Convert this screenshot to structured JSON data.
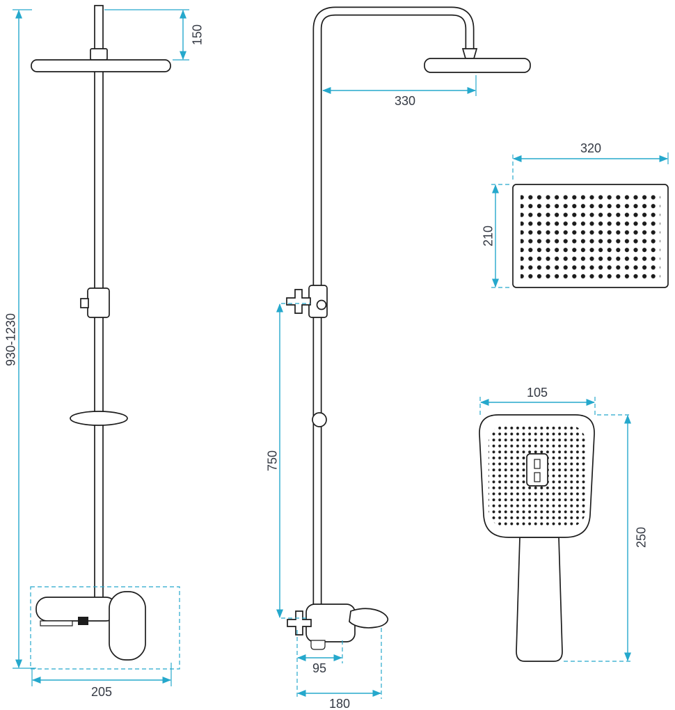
{
  "colors": {
    "dimension_line": "#25a8cc",
    "drawing_line": "#1c1c1c",
    "label_text": "#343943",
    "background": "#ffffff"
  },
  "views": {
    "side_view": {
      "title": "shower-column-side-view",
      "dims": {
        "head_offset": "150",
        "total_height": "930-1230",
        "base_width": "205"
      }
    },
    "front_view": {
      "title": "shower-column-front-view",
      "dims": {
        "head_reach": "330",
        "rail_length": "750",
        "valve_width": "95",
        "base_width": "180"
      }
    },
    "head_detail": {
      "title": "overhead-shower-head-detail",
      "dims": {
        "width": "320",
        "depth": "210"
      }
    },
    "hand_shower": {
      "title": "hand-shower-detail",
      "dims": {
        "width": "105",
        "length": "250"
      }
    }
  }
}
